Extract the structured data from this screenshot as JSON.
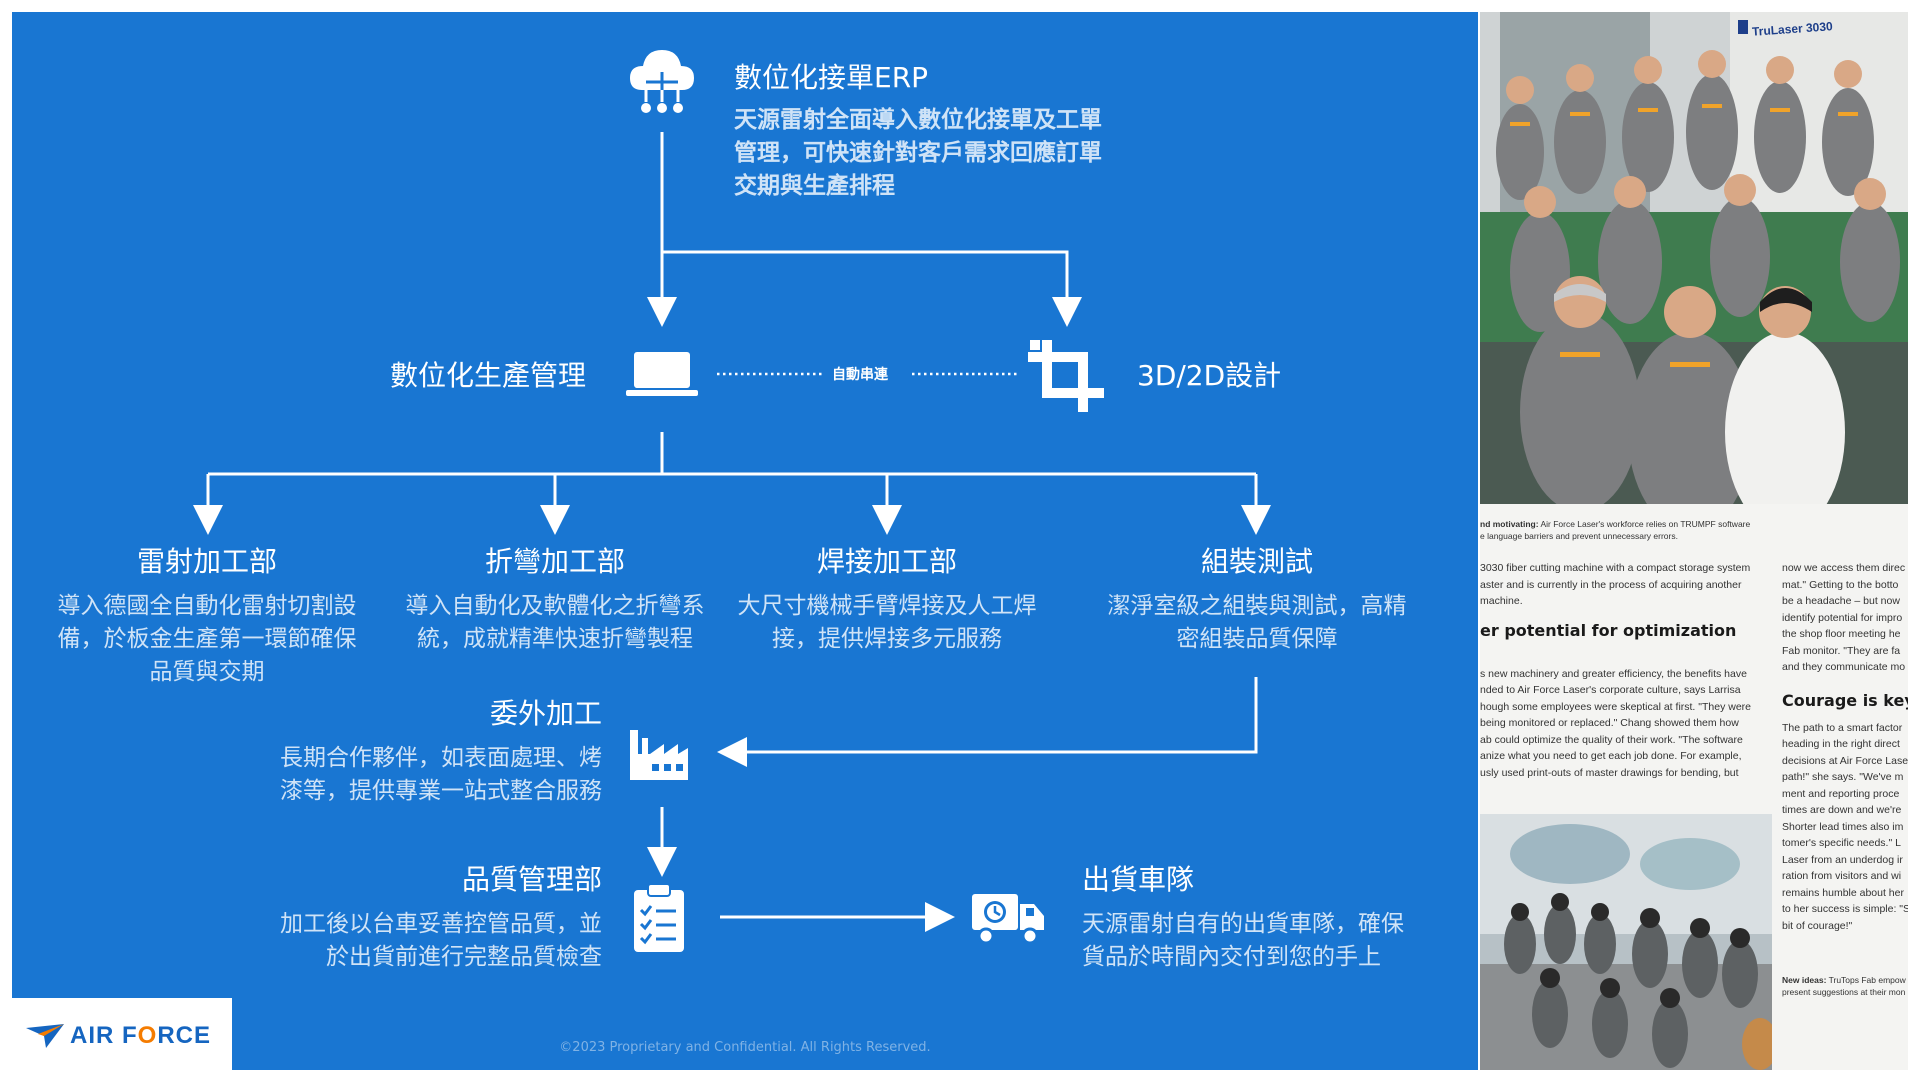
{
  "erp": {
    "title": "數位化接單ERP",
    "lines": [
      "天源雷射全面導入數位化接單及工單",
      "管理，可快速針對客戶需求回應訂單",
      "交期與生產排程"
    ]
  },
  "production": {
    "title": "數位化生產管理"
  },
  "auto_link": "自動串連",
  "design": {
    "title": "3D/2D設計"
  },
  "departments": [
    {
      "title": "雷射加工部",
      "lines": [
        "導入德國全自動化雷射切割設",
        "備，於板金生產第一環節確保",
        "品質與交期"
      ]
    },
    {
      "title": "折彎加工部",
      "lines": [
        "導入自動化及軟體化之折彎系",
        "統，成就精準快速折彎製程"
      ]
    },
    {
      "title": "焊接加工部",
      "lines": [
        "大尺寸機械手臂焊接及人工焊",
        "接，提供焊接多元服務"
      ]
    },
    {
      "title": "組裝測試",
      "lines": [
        "潔淨室級之組裝與測試，高精",
        "密組裝品質保障"
      ]
    }
  ],
  "outsourcing": {
    "title": "委外加工",
    "lines": [
      "長期合作夥伴，如表面處理、烤",
      "漆等，提供專業一站式整合服務"
    ]
  },
  "quality": {
    "title": "品質管理部",
    "lines": [
      "加工後以台車妥善控管品質，並",
      "於出貨前進行完整品質檢查"
    ]
  },
  "shipping": {
    "title": "出貨車隊",
    "lines": [
      "天源雷射自有的出貨車隊，確保",
      "貨品於時間內交付到您的手上"
    ]
  },
  "footer": "©2023 Proprietary and Confidential. All Rights Reserved.",
  "logo": {
    "text_a": "AIR F",
    "text_o": "O",
    "text_b": "RCE"
  },
  "magazine": {
    "machine_label": "TruLaser 3030",
    "caption_bold": "nd motivating:",
    "caption_lines": [
      " Air Force Laser's workforce relies on TRUMPF software",
      "e language barriers and prevent unnecessary errors."
    ],
    "col1_top": [
      "3030 fiber cutting machine with a compact storage system",
      "aster and is currently in the process of acquiring another",
      "machine."
    ],
    "heading1": "er potential for optimization",
    "col1_body": [
      "s new machinery and greater efficiency, the benefits have",
      "nded to Air Force Laser's corporate culture, says Larrisa",
      "hough some employees were skeptical at first. \"They were",
      "being monitored or replaced.\" Chang showed them how",
      "ab could optimize the quality of their work. \"The software",
      "anize what you need to get each job done. For example,",
      "usly used print-outs of master drawings for bending, but"
    ],
    "col2_top": [
      "now we access them direc",
      "mat.\" Getting to the botto",
      "be a headache – but now",
      "identify potential for impro",
      "the shop floor meeting he",
      "Fab monitor. \"They are fa",
      "and they communicate mo"
    ],
    "heading2": "Courage is key",
    "col2_body": [
      "The path to a smart factor",
      "heading in the right direct",
      "decisions at Air Force Lase",
      "path!\" she says. \"We've m",
      "ment and reporting proce",
      "times are down and we're",
      "Shorter lead times also im",
      "tomer's specific needs.\" L",
      "Laser from an underdog ir",
      "ration from visitors and wi",
      "remains humble about her",
      "to her success is simple: \"S",
      "bit of courage!\""
    ],
    "caption2_bold": "New ideas:",
    "caption2_lines": [
      " TruTops Fab empow",
      "present suggestions at their mon"
    ]
  },
  "colors": {
    "panel": "#1976d2",
    "arrow": "#ffffff",
    "desc": "#cfe3f7",
    "logo_blue": "#1565c0",
    "logo_orange": "#f57c00"
  }
}
